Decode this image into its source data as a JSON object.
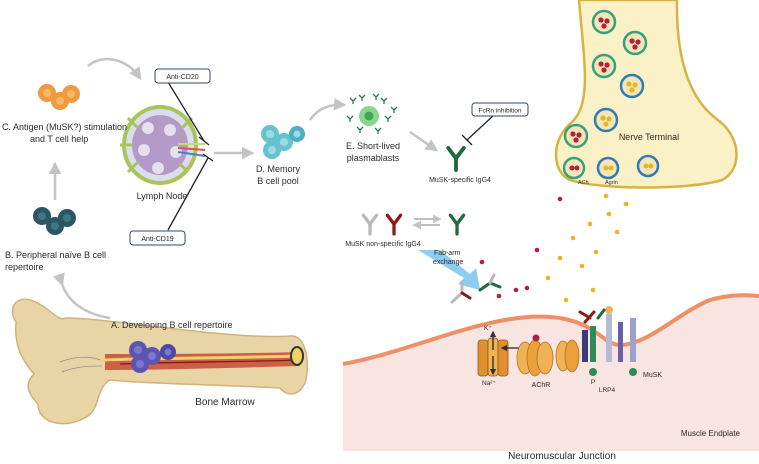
{
  "stages": {
    "a": "A. Developing B cell repertoire",
    "b1": "B. Peripheral naïve B cell",
    "b2": "repertoire",
    "c1": "C. Antigen (MuSK?) stimulation",
    "c2": "and T cell help",
    "d1": "D. Memory",
    "d2": "B cell pool",
    "e1": "E. Short-lived",
    "e2": "plasmablasts"
  },
  "organs": {
    "lymph_node": "Lymph Node",
    "bone_marrow": "Bone Marrow",
    "nerve_terminal": "Nerve Terminal",
    "muscle_endplate": "Muscle Endplate"
  },
  "therapies": {
    "anti_cd20": "Anti-CD20",
    "anti_cd19": "Anti-CD19",
    "fcrn": "FcRn inhibition"
  },
  "antibodies": {
    "musk_specific": "MuSK-specific IgG4",
    "musk_nonspecific": "MuSK non-specific IgG4",
    "fab1": "Fab-arm",
    "fab2": "exchange"
  },
  "molecules": {
    "ach": "ACh",
    "agrin": "Agrin",
    "k": "K⁺",
    "na": "Na²⁺",
    "achr": "AChR",
    "p": "P",
    "lrp4": "LRP4",
    "musk": "MuSK"
  },
  "footer": {
    "title": "Neuromuscular Junction"
  },
  "colors": {
    "muscle": "#f8e4e1",
    "muscle_edge": "#ee8f66",
    "nerve": "#fbf1c7",
    "nerve_edge": "#d8b341",
    "igg_green": "#1e6b3d",
    "igg_red": "#8b1a1a",
    "igg_grey": "#b9b9b9",
    "naive_cell": "#2b5763",
    "stim_cell": "#ee9a3d",
    "memory_cell": "#64c3cf",
    "plasma_cell": "#8bd68d",
    "developing_cell": "#5b56b0",
    "bone": "#e9d4a6",
    "arrow": "#c4c4c4",
    "exchange_arrow": "#7fc8f0"
  }
}
